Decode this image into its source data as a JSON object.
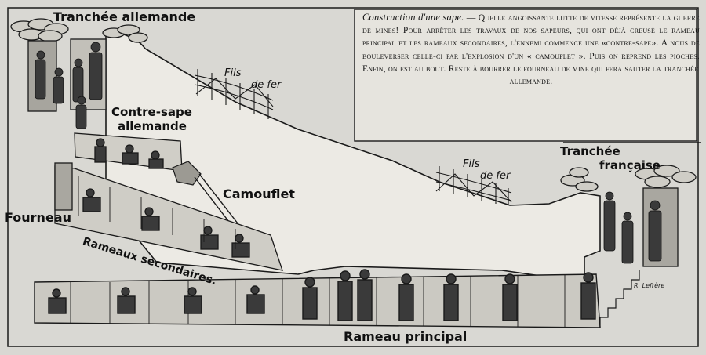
{
  "labels": {
    "tranchee_allemande": "Tranchée allemande",
    "contre_sape_line1": "Contre-sape",
    "contre_sape_line2": "allemande",
    "fils_de_fer_left_line1": "Fils",
    "fils_de_fer_left_line2": "de fer",
    "camouflet": "Camouflet",
    "fourneau": "Fourneau",
    "rameaux_secondaires": "Rameaux secondaires.",
    "fils_de_fer_right_line1": "Fils",
    "fils_de_fer_right_line2": "de fer",
    "tranchee_francaise_line1": "Tranchée",
    "tranchee_francaise_line2": "française",
    "rameau_principal": "Rameau principal"
  },
  "caption": {
    "title": "Construction d'une sape.",
    "body": " — Quelle angoissante lutte de vitesse représente la guerre de mines! Pour arrêter les travaux de nos sapeurs, qui ont déjà creusé le rameau principal et les rameaux secondaires, l'ennemi commence une «contre-sape». A nous de bouleverser celle-ci par l'explosion d'un « camouflet ». Puis on reprend les pioches. Enfin, on est au bout. Reste à bourrer le fourneau de mine qui fera sauter la tranchée",
    "last_line": "allemande."
  },
  "signature": "R. Lefrère",
  "colors": {
    "paper": "#d9d8d3",
    "ink": "#141414",
    "ground": "#eceae4"
  }
}
